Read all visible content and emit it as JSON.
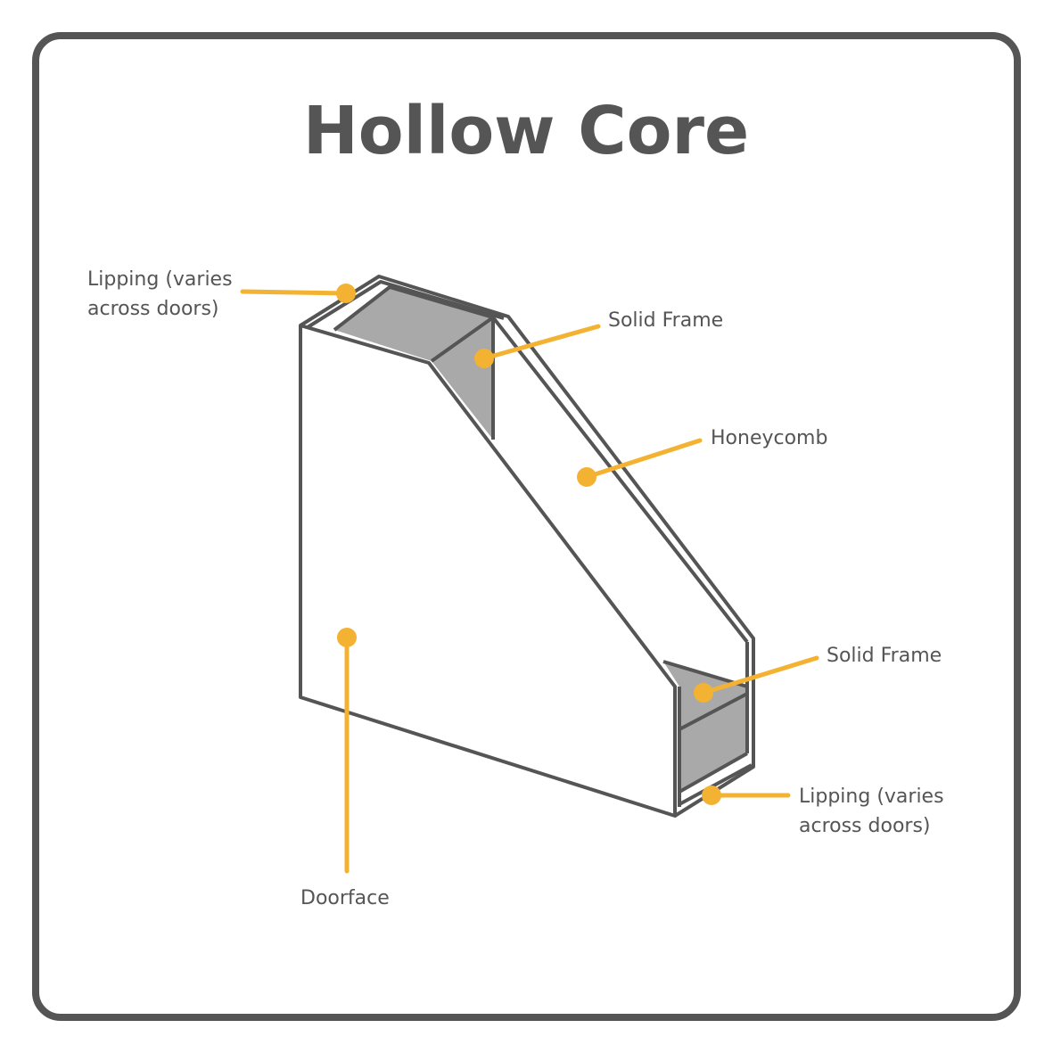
{
  "title": "Hollow Core",
  "labels": {
    "lipping_top_line1": "Lipping (varies",
    "lipping_top_line2": "across doors)",
    "solid_frame_top": "Solid Frame",
    "honeycomb": "Honeycomb",
    "solid_frame_bottom": "Solid Frame",
    "lipping_bottom_line1": "Lipping (varies",
    "lipping_bottom_line2": "across doors)",
    "doorface": "Doorface"
  },
  "colors": {
    "outline": "#555555",
    "accent": "#F4B233",
    "frame_fill": "#A9A9A9",
    "background": "#FFFFFF"
  }
}
